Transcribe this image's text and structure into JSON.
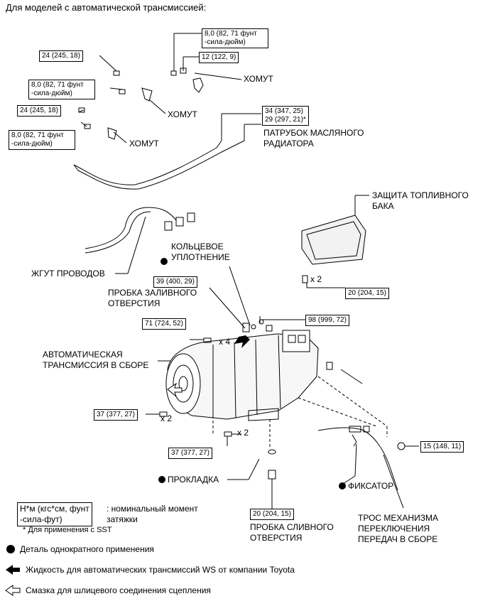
{
  "header": "Для моделей с автоматической трансмиссией:",
  "torque": {
    "t1": [
      "8,0 (82, 71 фунт",
      "-сила-дюйм)"
    ],
    "t2": "24 (245, 18)",
    "t3": "12 (122, 9)",
    "t4": [
      "8,0 (82, 71 фунт",
      "-сила-дюйм)"
    ],
    "t5": "24 (245, 18)",
    "t6": [
      "8,0 (82, 71 фунт",
      "-сила-дюйм)"
    ],
    "t7": [
      "34 (347, 25)",
      "29 (297, 21)*"
    ],
    "t8": "39 (400, 29)",
    "t9": "20 (204, 15)",
    "t10": "98 (999, 72)",
    "t11": "71 (724, 52)",
    "t12": "37 (377, 27)",
    "t13": "37 (377, 27)",
    "t14": "15 (148, 11)",
    "t15": "20 (204, 15)"
  },
  "labels": {
    "clamp1": "ХОМУТ",
    "clamp2": "ХОМУТ",
    "clamp3": "ХОМУТ",
    "cooler_pipe": [
      "ПАТРУБОК МАСЛЯНОГО",
      "РАДИАТОРА"
    ],
    "fuel_tank_guard": [
      "ЗАЩИТА ТОПЛИВНОГО",
      "БАКА"
    ],
    "oring": [
      "КОЛЬЦЕВОЕ",
      "УПЛОТНЕНИЕ"
    ],
    "wire_harness": "ЖГУТ ПРОВОДОВ",
    "filler_plug": [
      "ПРОБКА ЗАЛИВНОГО",
      "ОТВЕРСТИЯ"
    ],
    "at_assembly": [
      "АВТОМАТИЧЕСКАЯ",
      "ТРАНСМИССИЯ В СБОРЕ"
    ],
    "gasket": "ПРОКЛАДКА",
    "retainer": "ФИКСАТОР",
    "drain_plug": [
      "ПРОБКА СЛИВНОГО",
      "ОТВЕРСТИЯ"
    ],
    "shift_cable": [
      "ТРОС МЕХАНИЗМА",
      "ПЕРЕКЛЮЧЕНИЯ",
      "ПЕРЕДАЧ В СБОРЕ"
    ],
    "x2a": "x 2",
    "x4": "x 4",
    "x2b": "x 2",
    "x2c": "x 2"
  },
  "legend": {
    "unit_box": [
      "Н*м (кгс*см, фунт",
      "-сила-фут)"
    ],
    "unit_desc": [
      ": номинальный момент",
      "затяжки"
    ],
    "sst_note": "* Для применения с SST",
    "non_reusable": "Деталь однократного применения",
    "atf": "Жидкость для автоматических трансмиссий WS от компании Toyota",
    "spline_grease": "Смазка для шлицевого соединения сцепления"
  }
}
